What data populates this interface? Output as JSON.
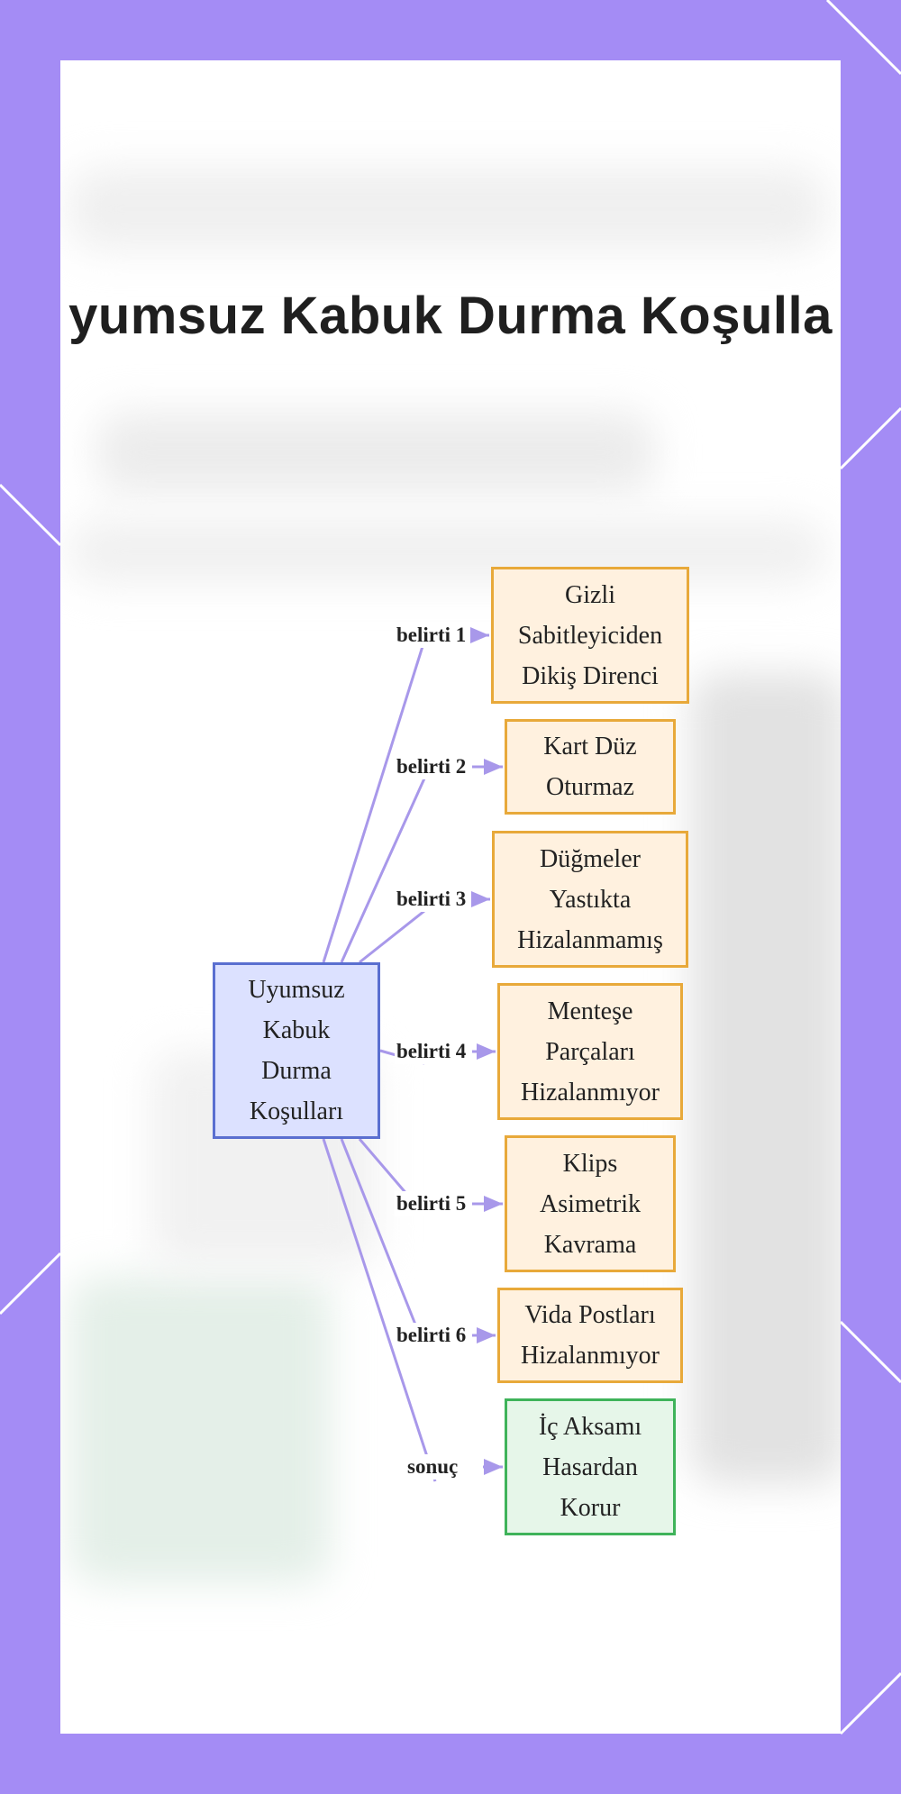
{
  "title": "yumsuz Kabuk Durma Koşulla",
  "colors": {
    "frame": "#a48cf5",
    "edge": "#a898ea",
    "center_fill": "#dce1ff",
    "center_border": "#5a6fd0",
    "leaf_fill": "#fff1df",
    "leaf_border": "#e8a93a",
    "result_fill": "#e6f6e9",
    "result_border": "#3fb35a"
  },
  "diagram": {
    "center": "Uyumsuz\nKabuk\nDurma\nKoşulları",
    "branches": [
      {
        "label": "belirti 1",
        "node": "Gizli\nSabitleyiciden\nDikiş Direnci"
      },
      {
        "label": "belirti 2",
        "node": "Kart Düz\nOturmaz"
      },
      {
        "label": "belirti 3",
        "node": "Düğmeler\nYastıkta\nHizalanmamış"
      },
      {
        "label": "belirti 4",
        "node": "Menteşe\nParçaları\nHizalanmıyor"
      },
      {
        "label": "belirti 5",
        "node": "Klips\nAsimetrik\nKavrama"
      },
      {
        "label": "belirti 6",
        "node": "Vida Postları\nHizalanmıyor"
      },
      {
        "label": "sonuç",
        "node": "İç Aksamı\nHasardan\nKorur"
      }
    ]
  }
}
